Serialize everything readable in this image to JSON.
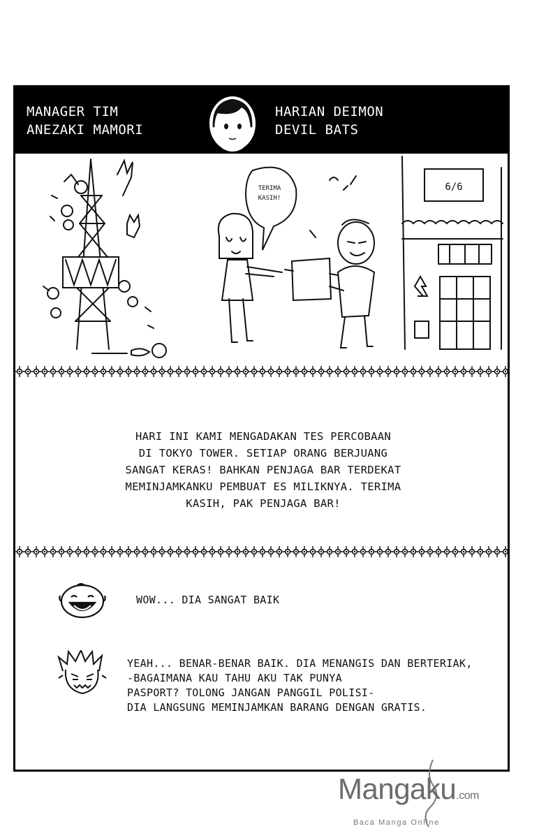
{
  "header": {
    "left_line1": "MANAGER TIM",
    "left_line2": "ANEZAKI MAMORI",
    "right_line1": "HARIAN DEIMON",
    "right_line2": "DEVIL BATS"
  },
  "illustration": {
    "speech_line1": "TERIMA",
    "speech_line2": "KASIH!",
    "sign_text": "6/6"
  },
  "paragraph": {
    "lines": [
      "HARI INI KAMI MENGADAKAN TES PERCOBAAN",
      "DI TOKYO TOWER. SETIAP ORANG BERJUANG",
      "SANGAT KERAS! BAHKAN PENJAGA BAR TERDEKAT",
      "MEMINJAMKANKU PEMBUAT ES MILIKNYA. TERIMA",
      "KASIH, PAK PENJAGA BAR!"
    ]
  },
  "dialogue": {
    "first": "WOW... DIA SANGAT BAIK",
    "second_lines": [
      "YEAH... BENAR-BENAR BAIK. DIA MENANGIS DAN BERTERIAK,",
      "-BAGAIMANA KAU TAHU AKU TAK PUNYA",
      "PASPORT? TOLONG JANGAN PANGGIL POLISI-",
      "DIA LANGSUNG MEMINJAMKAN BARANG DENGAN GRATIS."
    ]
  },
  "watermark": {
    "brand_prefix": "Man",
    "brand_mid": "ga",
    "brand_suffix": "ku",
    "brand_tld": ".com",
    "tagline": "Baca Manga Online"
  },
  "colors": {
    "ink": "#111111",
    "header_bg": "#000000",
    "watermark_gray": "#6b6b6b"
  }
}
